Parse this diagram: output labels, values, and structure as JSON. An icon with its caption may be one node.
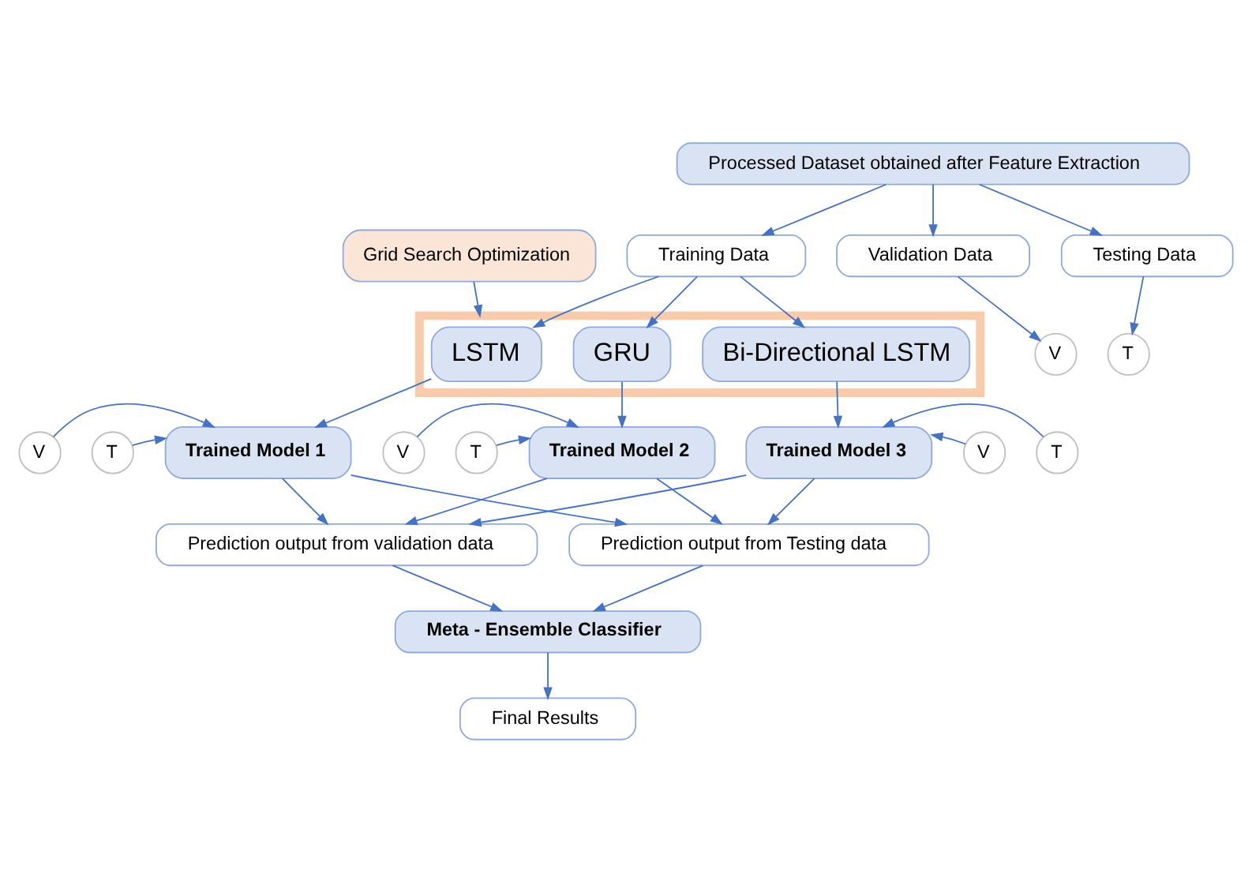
{
  "diagram": {
    "nodes": [
      {
        "text": [
          "Processed Dataset obtained after Feature Extraction"
        ]
      },
      {
        "text": [
          "Training Data"
        ]
      },
      {
        "text": [
          "Validation Data"
        ]
      },
      {
        "text": [
          "Testing Data"
        ]
      },
      {
        "text": [
          "Grid Search Optimization"
        ]
      },
      {
        "text": [
          "V"
        ]
      },
      {
        "text": [
          "T"
        ]
      },
      {
        "text": [],
        "shape": "box"
      },
      {
        "text": [
          "LSTM"
        ],
        "in": 7
      },
      {
        "text": [
          "GRU"
        ],
        "in": 7
      },
      {
        "text": [
          "Bi-Directional LSTM"
        ],
        "in": 7
      },
      {
        "text": [
          "V"
        ]
      },
      {
        "text": [
          "T"
        ]
      },
      {
        "text": [
          "Trained Model 1"
        ]
      },
      {
        "text": [
          "V"
        ]
      },
      {
        "text": [
          "T"
        ]
      },
      {
        "text": [
          "Trained Model 2"
        ]
      },
      {
        "text": [
          "Trained Model 3"
        ]
      },
      {
        "text": [
          "V"
        ]
      },
      {
        "text": [
          "T"
        ]
      },
      {
        "text": [
          "Prediction output from validation data"
        ]
      },
      {
        "text": [
          "Prediction output from Testing data"
        ]
      },
      {
        "text": [
          "Meta - Ensemble Classifier"
        ]
      },
      {
        "text": [
          "Final Results"
        ]
      }
    ],
    "edges": [
      {
        "from": 0,
        "to": 1,
        "arrow": "to"
      },
      {
        "from": 0,
        "to": 2,
        "arrow": "to"
      },
      {
        "from": 0,
        "to": 3,
        "arrow": "to"
      },
      {
        "from": 2,
        "to": 5,
        "arrow": "to"
      },
      {
        "from": 3,
        "to": 6,
        "arrow": "to"
      },
      {
        "from": 1,
        "to": 8,
        "arrow": "to"
      },
      {
        "from": 1,
        "to": 9,
        "arrow": "to"
      },
      {
        "from": 1,
        "to": 10,
        "arrow": "to"
      },
      {
        "from": 4,
        "to": 7,
        "arrow": "to"
      },
      {
        "from": 8,
        "to": 13,
        "arrow": "to"
      },
      {
        "from": 9,
        "to": 16,
        "arrow": "to"
      },
      {
        "from": 10,
        "to": 17,
        "arrow": "to"
      },
      {
        "from": 11,
        "to": 13,
        "arrow": "to"
      },
      {
        "from": 12,
        "to": 13,
        "arrow": "to"
      },
      {
        "from": 14,
        "to": 16,
        "arrow": "to"
      },
      {
        "from": 15,
        "to": 16,
        "arrow": "to"
      },
      {
        "from": 18,
        "to": 17,
        "arrow": "to"
      },
      {
        "from": 19,
        "to": 17,
        "arrow": "to"
      },
      {
        "from": 13,
        "to": 20,
        "arrow": "to"
      },
      {
        "from": 13,
        "to": 21,
        "arrow": "to"
      },
      {
        "from": 16,
        "to": 20,
        "arrow": "to"
      },
      {
        "from": 16,
        "to": 21,
        "arrow": "to"
      },
      {
        "from": 17,
        "to": 20,
        "arrow": "to"
      },
      {
        "from": 17,
        "to": 21,
        "arrow": "to"
      },
      {
        "from": 20,
        "to": 22,
        "arrow": "to"
      },
      {
        "from": 21,
        "to": 22,
        "arrow": "to"
      },
      {
        "from": 22,
        "to": 23,
        "arrow": "to"
      }
    ]
  }
}
